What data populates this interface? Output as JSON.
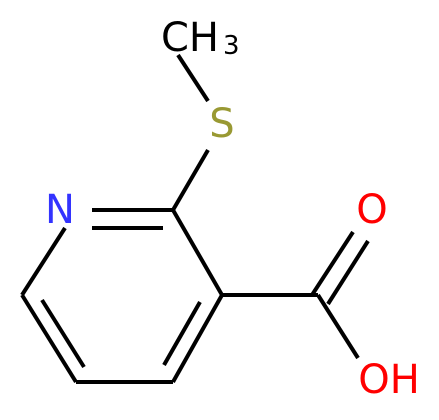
{
  "molecule": {
    "atoms": {
      "N": {
        "text": "N",
        "color": "#3333ff"
      },
      "S": {
        "text": "S",
        "color": "#999933"
      },
      "O": {
        "text": "O",
        "color": "#ff0000"
      },
      "OH": {
        "text": "OH",
        "color": "#ff0000"
      },
      "CH3": {
        "text": "CH",
        "subscript": "3",
        "color": "#000000"
      }
    }
  }
}
